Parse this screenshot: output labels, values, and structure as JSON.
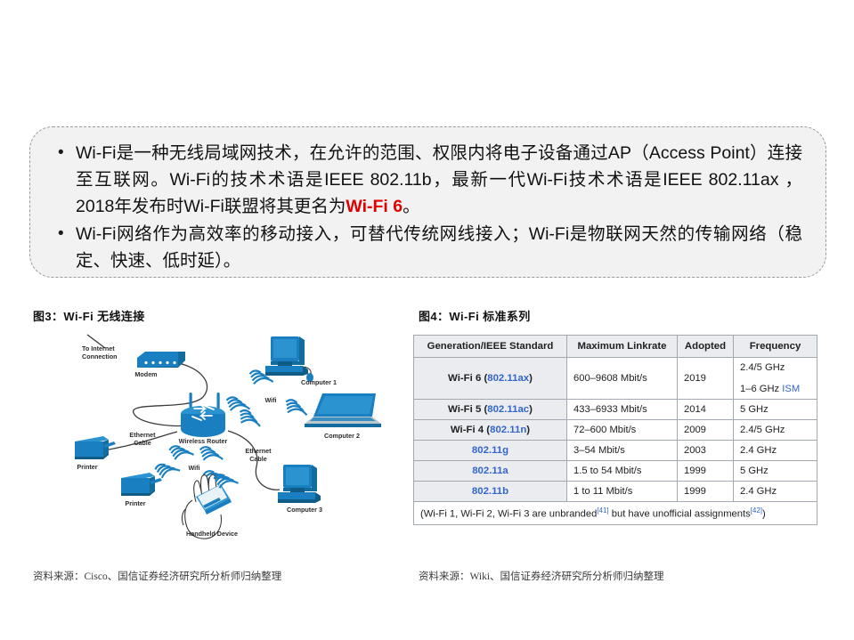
{
  "callout": {
    "bullets": [
      {
        "marker": "•",
        "segments": [
          {
            "text": "Wi-Fi是一种无线局域网技术，在允许的范围、权限内将电子设备通过AP（Access Point）连接至互联网。Wi-Fi的技术术语是IEEE 802.11b，最新一代Wi-Fi技术术语是IEEE 802.11ax ，2018年发布时Wi-Fi联盟将其更名为",
            "style": "normal"
          },
          {
            "text": "Wi-Fi 6",
            "style": "red-bold"
          },
          {
            "text": "。",
            "style": "normal"
          }
        ]
      },
      {
        "marker": "•",
        "segments": [
          {
            "text": "Wi-Fi网络作为高效率的移动接入，可替代传统网线接入；Wi-Fi是物联网天然的传输网络（稳定、快速、低时延）。",
            "style": "normal"
          }
        ]
      }
    ]
  },
  "figures": {
    "left": {
      "title": "图3：Wi-Fi 无线连接",
      "source": "资料来源：Cisco、国信证券经济研究所分析师归纳整理",
      "labels": {
        "internet": "To Internet\nConnection",
        "internet_line1": "To Internet",
        "internet_line2": "Connection",
        "modem": "Modem",
        "router": "Wireless Router",
        "ethernet_line1": "Ethernet",
        "ethernet_line2": "Cable",
        "ethernet_right_line1": "Ethernet",
        "ethernet_right_line2": "Cable",
        "wifi_top": "Wifi",
        "wifi_bottom": "Wifi",
        "computer1": "Computer 1",
        "computer2": "Computer 2",
        "computer3": "Computer 3",
        "printer1": "Printer",
        "printer2": "Printer",
        "handheld": "Handheld Device"
      }
    },
    "right": {
      "title": "图4：Wi-Fi 标准系列",
      "source": "资料来源：Wiki、国信证券经济研究所分析师归纳整理"
    }
  },
  "table": {
    "headers": [
      "Generation/IEEE Standard",
      "Maximum Linkrate",
      "Adopted",
      "Frequency"
    ],
    "rows": [
      {
        "gen_prefix": "Wi-Fi 6 (",
        "gen_link": "802.11ax",
        "gen_suffix": ")",
        "linkrate": "600–9608 Mbit/s",
        "adopted": "2019",
        "freq_lines": [
          "2.4/5 GHz",
          "1–6 GHz "
        ],
        "freq_link": "ISM"
      },
      {
        "gen_prefix": "Wi-Fi 5 (",
        "gen_link": "802.11ac",
        "gen_suffix": ")",
        "linkrate": "433–6933 Mbit/s",
        "adopted": "2014",
        "freq_lines": [
          "5 GHz"
        ],
        "freq_link": ""
      },
      {
        "gen_prefix": "Wi-Fi 4 (",
        "gen_link": "802.11n",
        "gen_suffix": ")",
        "linkrate": "72–600 Mbit/s",
        "adopted": "2009",
        "freq_lines": [
          "2.4/5 GHz"
        ],
        "freq_link": ""
      },
      {
        "gen_prefix": "",
        "gen_link": "802.11g",
        "gen_suffix": "",
        "linkrate": "3–54 Mbit/s",
        "adopted": "2003",
        "freq_lines": [
          "2.4 GHz"
        ],
        "freq_link": ""
      },
      {
        "gen_prefix": "",
        "gen_link": "802.11a",
        "gen_suffix": "",
        "linkrate": "1.5 to 54 Mbit/s",
        "adopted": "1999",
        "freq_lines": [
          "5 GHz"
        ],
        "freq_link": ""
      },
      {
        "gen_prefix": "",
        "gen_link": "802.11b",
        "gen_suffix": "",
        "linkrate": "1 to 11 Mbit/s",
        "adopted": "1999",
        "freq_lines": [
          "2.4 GHz"
        ],
        "freq_link": ""
      }
    ],
    "footnote": {
      "part1": "(Wi-Fi 1, Wi-Fi 2, Wi-Fi 3 are unbranded",
      "ref1": "[41]",
      "part2": " but have unofficial assignments",
      "ref2": "[42]",
      "part3": ")"
    }
  },
  "colors": {
    "callout_bg": "#f2f2f2",
    "callout_border": "#9a9a9a",
    "highlight_red": "#e00000",
    "table_header_bg": "#eaecf0",
    "table_border": "#a2a9b1",
    "wiki_link": "#3366cc",
    "diagram_blue": "#1a7fc1",
    "diagram_blue_dark": "#126d9e"
  }
}
